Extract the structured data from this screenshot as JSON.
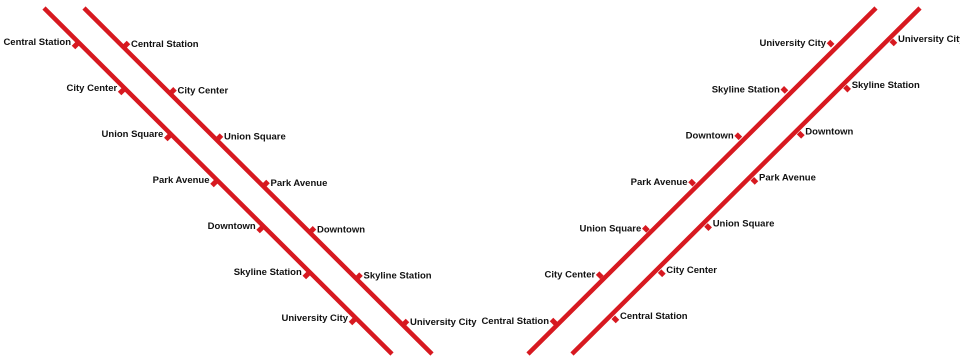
{
  "line_color": "#d71920",
  "tick_color": "#d71920",
  "label_color": "#111111",
  "background": "#ffffff",
  "lines": [
    {
      "id": "left-outer",
      "direction": "southbound",
      "stations": [
        "Central Station",
        "City Center",
        "Union Square",
        "Park Avenue",
        "Downtown",
        "Skyline Station",
        "University City"
      ]
    },
    {
      "id": "left-inner",
      "direction": "southbound",
      "stations": [
        "Central Station",
        "City Center",
        "Union Square",
        "Park Avenue",
        "Downtown",
        "Skyline Station",
        "University City"
      ]
    },
    {
      "id": "right-inner",
      "direction": "northbound",
      "stations": [
        "University City",
        "Skyline Station",
        "Downtown",
        "Park Avenue",
        "Union Square",
        "City Center",
        "Central Station"
      ]
    },
    {
      "id": "right-outer",
      "direction": "northbound",
      "stations": [
        "University City",
        "Skyline Station",
        "Downtown",
        "Park Avenue",
        "Union Square",
        "City Center",
        "Central Station"
      ]
    }
  ]
}
